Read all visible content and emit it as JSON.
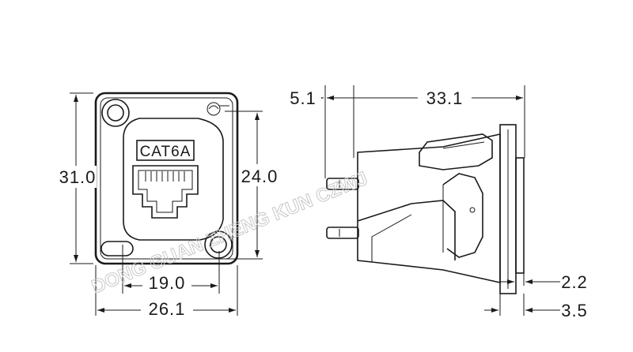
{
  "front_view": {
    "label": "CAT6A",
    "dimensions": {
      "overall_height": "31.0",
      "inner_height": "24.0",
      "inner_width": "19.0",
      "overall_width": "26.1"
    }
  },
  "side_view": {
    "dimensions": {
      "front_offset": "5.1",
      "body_length": "33.1",
      "flange_thickness": "2.2",
      "flange_depth": "3.5"
    }
  },
  "watermark": "DONG GUAN ZHENG KUN CZWJ"
}
